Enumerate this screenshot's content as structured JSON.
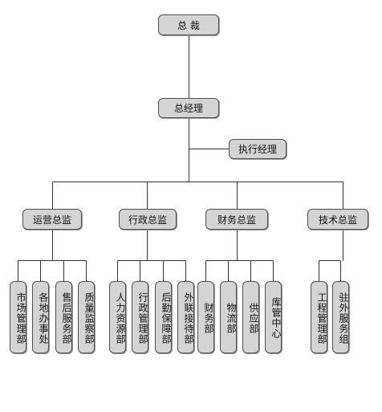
{
  "chart": {
    "ceo": "总 裁",
    "gm": "总经理",
    "exec_manager": "执行经理",
    "directors": {
      "ops": "运营总监",
      "admin": "行政总监",
      "finance": "财务总监",
      "tech": "技术总监"
    },
    "departments": {
      "ops": [
        "市场管理部",
        "各地办事处",
        "售后服务部",
        "质量监察部"
      ],
      "admin": [
        "人力资源部",
        "行政管理部",
        "后勤保障部",
        "外联接待部"
      ],
      "finance": [
        "财务部",
        "物流部",
        "供应部",
        "库管中心"
      ],
      "tech": [
        "工程管理部",
        "驻外服务组"
      ]
    }
  },
  "colors": {
    "box_fill": "#d4d4d4",
    "box_border": "#505050",
    "line": "#333333"
  }
}
